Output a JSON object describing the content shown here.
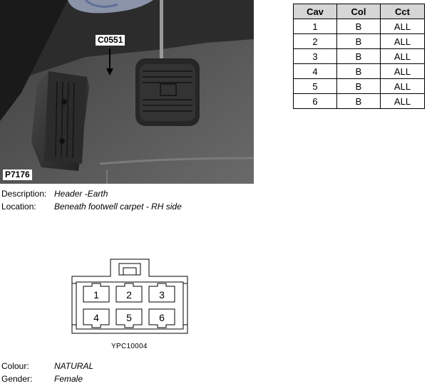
{
  "photo": {
    "connector_label": "C0551",
    "photo_id": "P7176"
  },
  "table": {
    "headers": [
      "Cav",
      "Col",
      "Cct"
    ],
    "rows": [
      [
        "1",
        "B",
        "ALL"
      ],
      [
        "2",
        "B",
        "ALL"
      ],
      [
        "3",
        "B",
        "ALL"
      ],
      [
        "4",
        "B",
        "ALL"
      ],
      [
        "5",
        "B",
        "ALL"
      ],
      [
        "6",
        "B",
        "ALL"
      ]
    ]
  },
  "info": {
    "description_label": "Description:",
    "description_value": "Header -Earth",
    "location_label": "Location:",
    "location_value": "Beneath footwell carpet - RH side",
    "colour_label": "Colour:",
    "colour_value": "NATURAL",
    "gender_label": "Gender:",
    "gender_value": "Female"
  },
  "diagram": {
    "reference": "YPC10004",
    "cavities": [
      "1",
      "2",
      "3",
      "4",
      "5",
      "6"
    ]
  }
}
